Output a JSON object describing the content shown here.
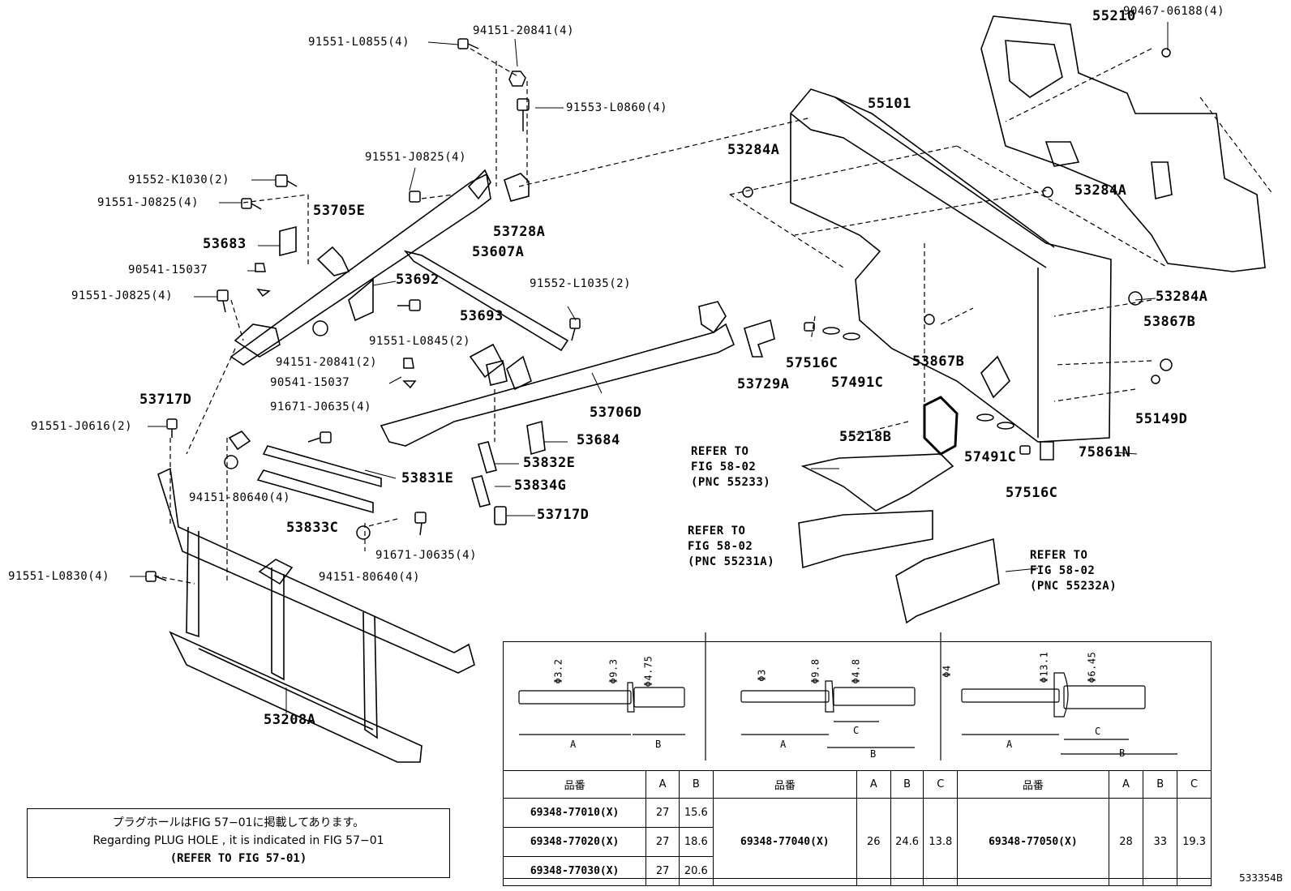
{
  "labels": {
    "p1": "91551-L0855(4)",
    "p2": "94151-20841(4)",
    "p3": "91553-L0860(4)",
    "p4": "91551-J0825(4)",
    "p5": "91552-K1030(2)",
    "p6": "91551-J0825(4)",
    "p7": "53705E",
    "p8": "53683",
    "p9": "90541-15037",
    "p10": "91551-J0825(4)",
    "p11": "53692",
    "p12": "53728A",
    "p13": "53607A",
    "p14": "91552-L1035(2)",
    "p15": "53693",
    "p16": "91551-L0845(2)",
    "p17": "94151-20841(2)",
    "p18": "90541-15037",
    "p19": "53717D",
    "p20": "91671-J0635(4)",
    "p21": "91551-J0616(2)",
    "p22": "53706D",
    "p23": "53684",
    "p24": "53832E",
    "p25": "53831E",
    "p26": "94151-80640(4)",
    "p27": "53834G",
    "p28": "53833C",
    "p29": "91671-J0635(4)",
    "p30": "53717D",
    "p31": "94151-80640(4)",
    "p32": "91551-L0830(4)",
    "p33": "53208A",
    "p34": "55210",
    "p35": "90467-06188(4)",
    "p36": "55101",
    "p37": "53284A",
    "p38": "53284A",
    "p39": "53284A",
    "p40": "53867B",
    "p41": "53867B",
    "p42": "57516C",
    "p43": "57491C",
    "p44": "53729A",
    "p45": "55149D",
    "p46": "55218B",
    "p47": "57491C",
    "p48": "75861N",
    "p49": "57516C"
  },
  "refs": {
    "r1": "REFER TO\nFIG 58-02\n(PNC 55233)",
    "r2": "REFER TO\nFIG 58-02\n(PNC 55231A)",
    "r3": "REFER TO\nFIG 58-02\n(PNC 55232A)"
  },
  "rivets": {
    "r1": {
      "d1": "Φ3.2",
      "d2": "Φ9.3",
      "d3": "Φ4.75",
      "a": "A",
      "b": "B"
    },
    "r2": {
      "d1": "Φ3",
      "d2": "Φ9.8",
      "d3": "Φ4.8",
      "a": "A",
      "b": "B",
      "c": "C"
    },
    "r3": {
      "d1": "Φ4",
      "d2": "Φ13.1",
      "d3": "Φ6.45",
      "a": "A",
      "b": "B",
      "c": "C"
    }
  },
  "table": {
    "h_part": "品番",
    "h_a": "A",
    "h_b": "B",
    "h_c": "C",
    "g1": [
      {
        "part": "69348-77010(X)",
        "a": "27",
        "b": "15.6"
      },
      {
        "part": "69348-77020(X)",
        "a": "27",
        "b": "18.6"
      },
      {
        "part": "69348-77030(X)",
        "a": "27",
        "b": "20.6"
      }
    ],
    "g2": {
      "part": "69348-77040(X)",
      "a": "26",
      "b": "24.6",
      "c": "13.8"
    },
    "g3": {
      "part": "69348-77050(X)",
      "a": "28",
      "b": "33",
      "c": "19.3"
    }
  },
  "note": {
    "line1": "プラグホールはFIG 57−01に掲載してあります。",
    "line2": "Regarding PLUG HOLE , it is indicated in FIG 57−01",
    "line3": "(REFER TO FIG 57-01)"
  },
  "code": "533354B"
}
